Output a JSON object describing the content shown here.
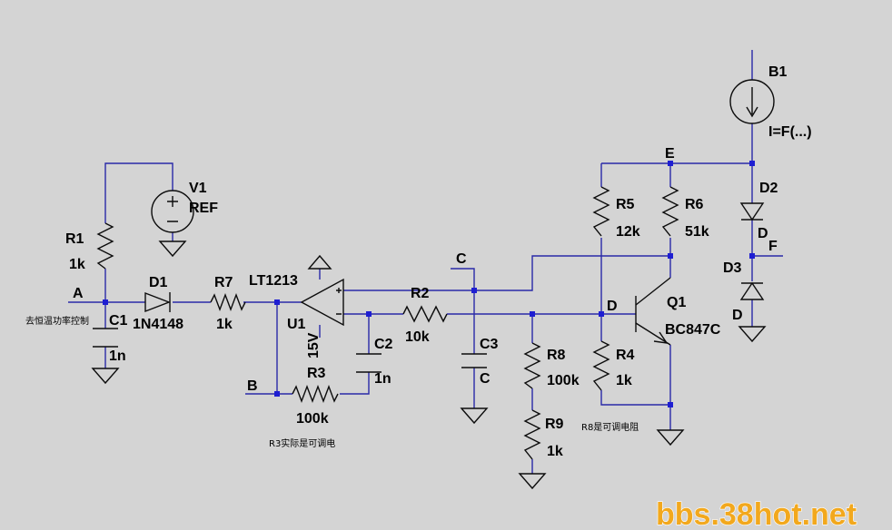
{
  "labels": {
    "A": "A",
    "B": "B",
    "C": "C",
    "D": "D",
    "E": "E",
    "D2_out": "D",
    "F": "F",
    "D3_bottom": "D",
    "R1": "R1",
    "R1_val": "1k",
    "C1": "C1",
    "C1_val": "1n",
    "V1": "V1",
    "V1_val": "REF",
    "D1": "D1",
    "D1_val": "1N4148",
    "R7": "R7",
    "R7_val": "1k",
    "U1_part": "LT1213",
    "U1": "U1",
    "U1_val": "15V",
    "R3": "R3",
    "R3_val": "100k",
    "C2": "C2",
    "C2_val": "1n",
    "R2": "R2",
    "R2_val": "10k",
    "C3": "C3",
    "C3_val": "C",
    "R8": "R8",
    "R8_val": "100k",
    "R9": "R9",
    "R9_val": "1k",
    "R5": "R5",
    "R5_val": "12k",
    "R6": "R6",
    "R6_val": "51k",
    "R4": "R4",
    "R4_val": "1k",
    "Q1": "Q1",
    "Q1_val": "BC847C",
    "B1": "B1",
    "B1_val": "I=F(...)",
    "D2": "D2",
    "D3": "D3"
  },
  "notes": {
    "note_a": "去恒温功率控制",
    "note_r3": "R3实际是可调电",
    "note_r8": "R8是可调电阻"
  },
  "watermark": "bbs.38hot.net",
  "colors": {
    "background": "#d4d4d4",
    "wire": "#2a2aa8",
    "node": "#1e1ed2",
    "component": "#0c0c0c",
    "watermark": "#f2a81d"
  }
}
